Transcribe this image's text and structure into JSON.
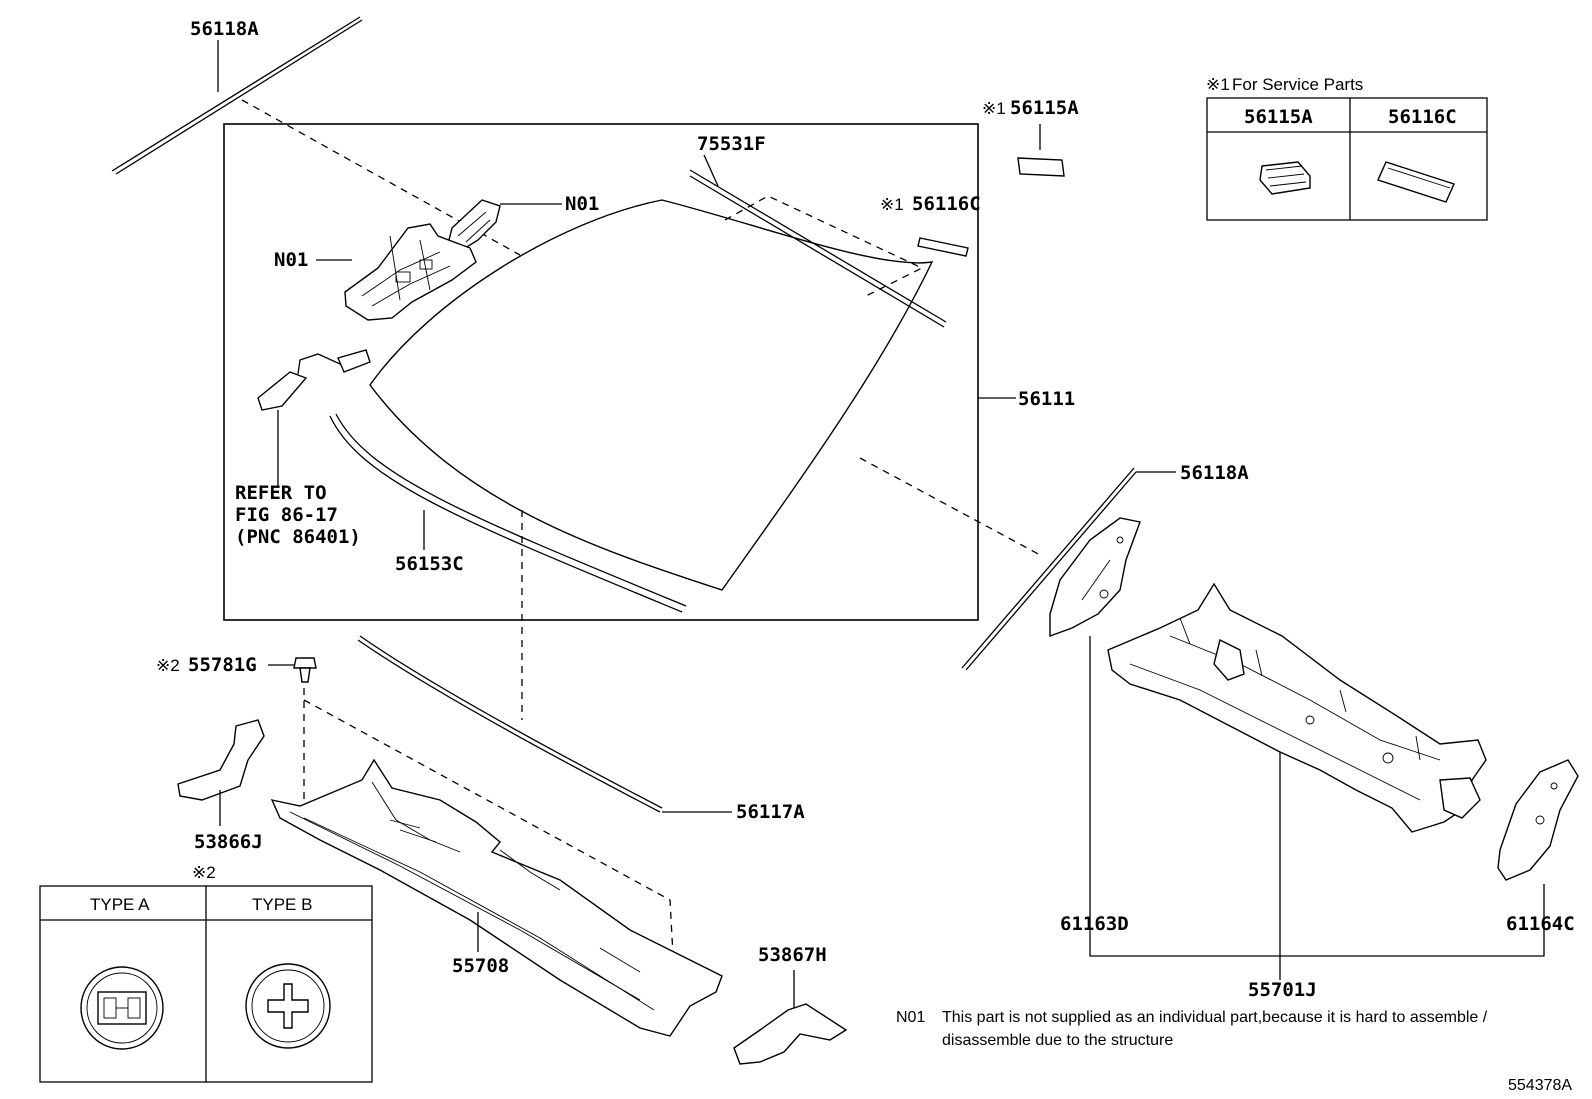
{
  "callouts": {
    "c56118A_top": "56118A",
    "c75531F": "75531F",
    "c56115A": "56115A",
    "c56116C": "56116C",
    "n01_a": "N01",
    "n01_b": "N01",
    "c56111": "56111",
    "refer_l1": "REFER TO",
    "refer_l2": "FIG 86-17",
    "refer_l3": "(PNC 86401)",
    "c56153C": "56153C",
    "c56118A_right": "56118A",
    "c55781G": "55781G",
    "c56117A": "56117A",
    "c53866J": "53866J",
    "c55708": "55708",
    "c53867H": "53867H",
    "c61163D": "61163D",
    "c61164C": "61164C",
    "c55701J": "55701J"
  },
  "marks": {
    "mark1": "※1",
    "mark2": "※2"
  },
  "service_parts": {
    "title": "For Service Parts",
    "col1": "56115A",
    "col2": "56116C"
  },
  "clip_types": {
    "type_a": "TYPE A",
    "type_b": "TYPE B"
  },
  "note": {
    "code": "N01",
    "line1": "This part is not supplied as an individual part,because it is hard to assemble /",
    "line2": "disassemble due to the structure"
  },
  "diagram_id": "554378A"
}
